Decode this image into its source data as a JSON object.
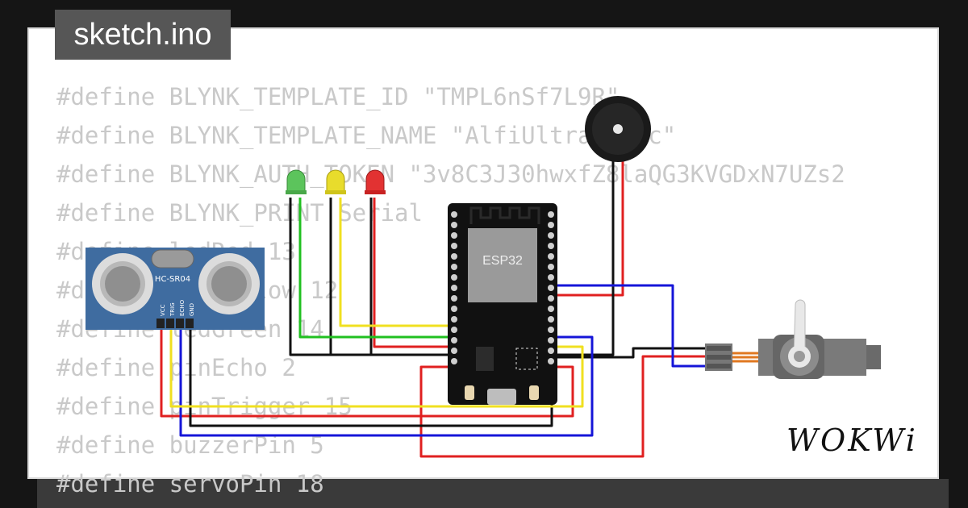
{
  "app": {
    "file_tab_label": "sketch.ino",
    "brand_logo": "WOKWi"
  },
  "code_lines": [
    "#define BLYNK_TEMPLATE_ID \"TMPL6nSf7L9R\"",
    "#define BLYNK_TEMPLATE_NAME \"AlfiUltrasonic\"",
    "#define BLYNK_AUTH_TOKEN \"3v8C3J30hwxfZ8laQG3KVGDxN7UZs2",
    "#define BLYNK_PRINT Serial",
    "#define ledRed 13",
    "#define ledYellow 12",
    "#define ledGreen 14",
    "#define pinEcho 2",
    "#define pinTrigger 15",
    "#define buzzerPin 5",
    "#define servoPin 18"
  ],
  "components": {
    "ultrasonic": {
      "label": "HC-SR04",
      "pins": [
        "VCC",
        "TRIG",
        "ECHO",
        "GND"
      ]
    },
    "mcu": {
      "label": "ESP32"
    },
    "leds": [
      {
        "color_name": "green",
        "color": "#5cc45c"
      },
      {
        "color_name": "yellow",
        "color": "#e8dc2c"
      },
      {
        "color_name": "red",
        "color": "#e23232"
      }
    ],
    "buzzer": {
      "icon": "buzzer-icon"
    },
    "servo": {
      "icon": "servo-icon"
    }
  },
  "colors": {
    "background": "#151515",
    "card": "#ffffff",
    "title_tag": "#565656",
    "code_text": "#c9c9c9",
    "wire_red": "#e02020",
    "wire_black": "#111111",
    "wire_blue": "#1515d8",
    "wire_yellow": "#f0e020",
    "wire_green": "#20c020"
  }
}
